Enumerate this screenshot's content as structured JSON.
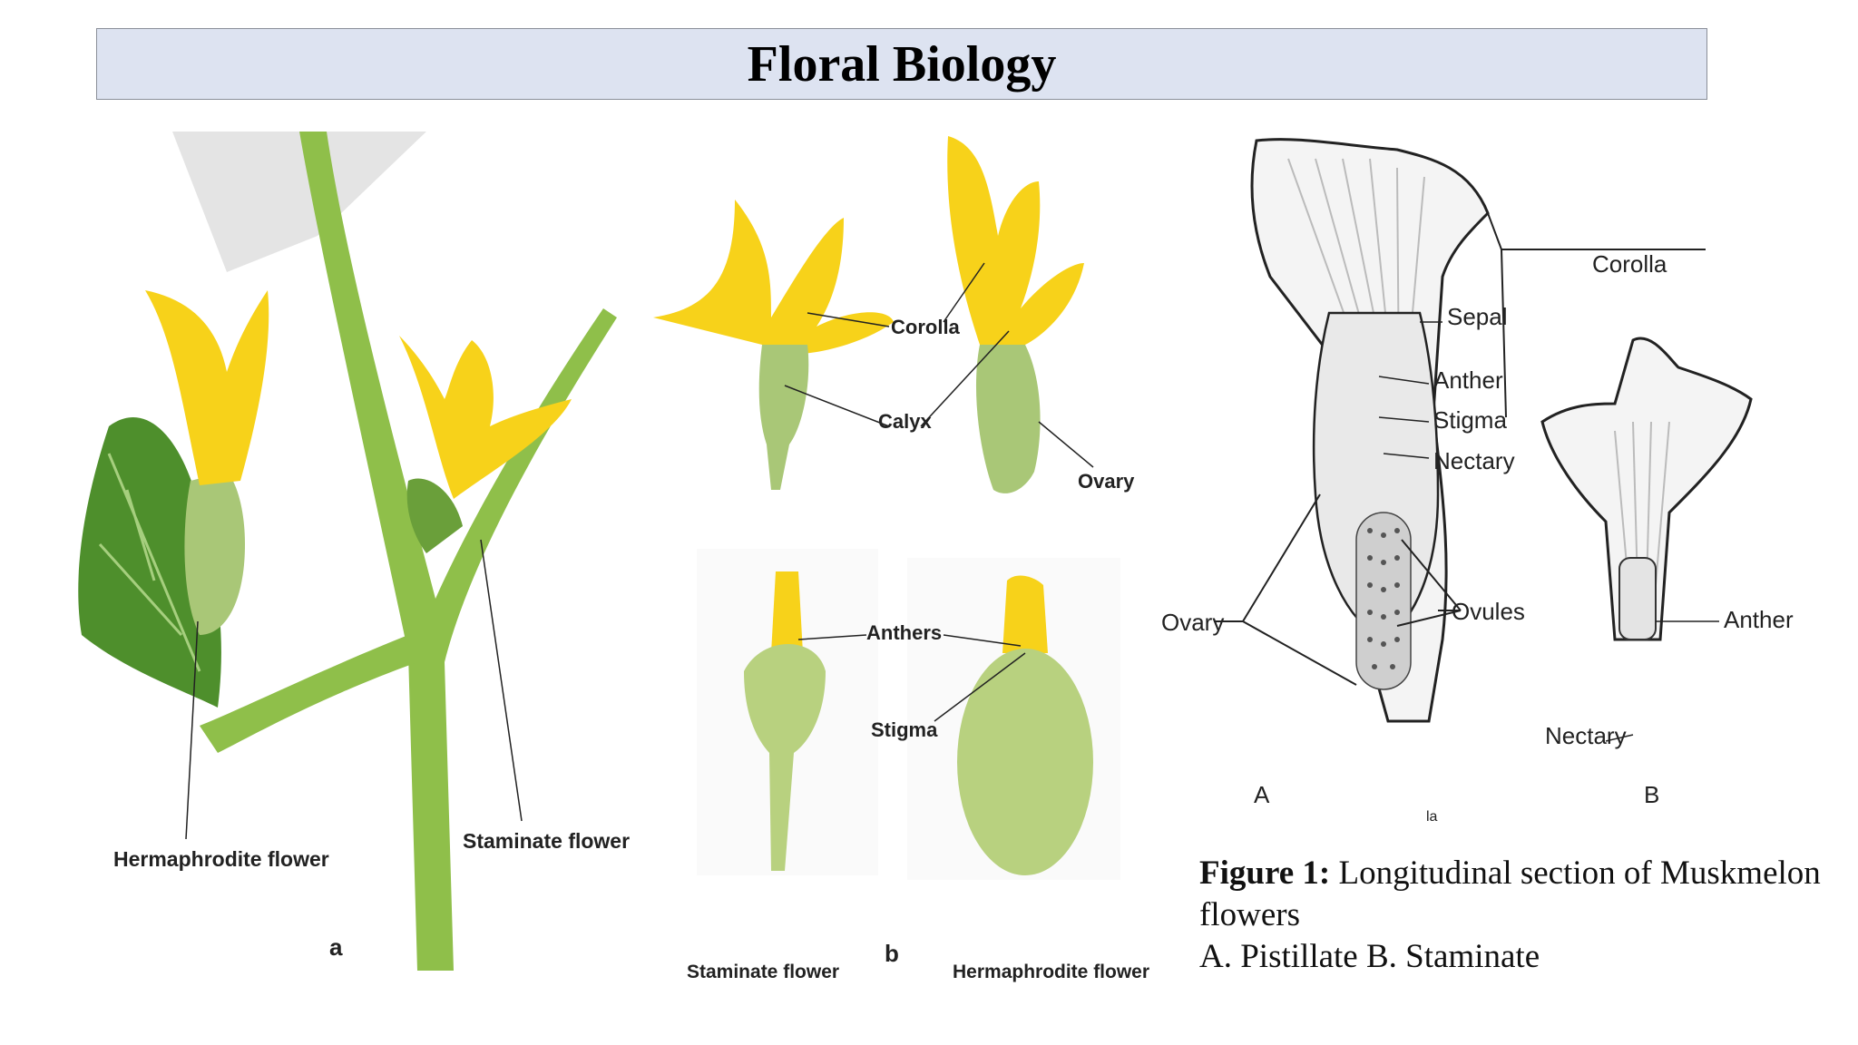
{
  "title": "Floral Biology",
  "photo_a": {
    "labels": {
      "hermaphrodite": "Hermaphrodite flower",
      "staminate": "Staminate flower",
      "panel": "a"
    }
  },
  "photo_b": {
    "labels": {
      "corolla": "Corolla",
      "calyx": "Calyx",
      "ovary": "Ovary",
      "anthers": "Anthers",
      "stigma": "Stigma",
      "staminate": "Staminate flower",
      "hermaphrodite": "Hermaphrodite flower",
      "panel": "b"
    }
  },
  "diagram": {
    "labels": {
      "corolla": "Corolla",
      "sepal": "Sepal",
      "anther_a": "Anther",
      "stigma": "Stigma",
      "nectary_a": "Nectary",
      "ovary": "Ovary",
      "ovules": "Ovules",
      "anther_b": "Anther",
      "nectary_b": "Nectary",
      "panel_a": "A",
      "panel_b": "B",
      "scale": "la"
    }
  },
  "caption": {
    "bold": "Figure 1:",
    "line1": " Longitudinal section of Muskmelon flowers",
    "line2": "A. Pistillate B. Staminate"
  },
  "colors": {
    "title_bg": "#dde3f1",
    "petal": "#f7d21a",
    "stem": "#8fbf4a",
    "leaf": "#4e8f2c"
  }
}
